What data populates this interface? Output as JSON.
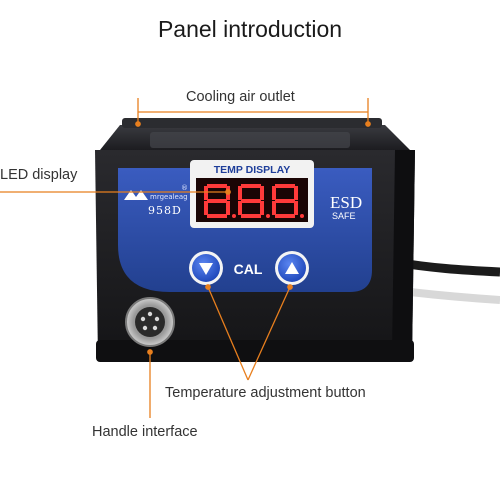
{
  "title": "Panel introduction",
  "callouts": {
    "cooling_air_outlet": "Cooling air outlet",
    "led_display": "LED display",
    "temperature_adjustment_button": "Temperature adjustment button",
    "handle_interface": "Handle interface"
  },
  "device": {
    "display_header": "TEMP DISPLAY",
    "display_value": "888",
    "brand_mark": "mrgealeag",
    "model": "958D",
    "esd_label": "ESD",
    "safe_label": "SAFE",
    "cal_label": "CAL",
    "registered_mark": "®"
  },
  "colors": {
    "accent_orange": "#e87f1e",
    "panel_blue": "#2c4aa0",
    "display_red": "#ff3a3a",
    "body_dark": "#1f1f22"
  },
  "icons": {
    "down_button": "triangle-down-icon",
    "up_button": "triangle-up-icon",
    "connector": "aviation-connector-icon"
  }
}
